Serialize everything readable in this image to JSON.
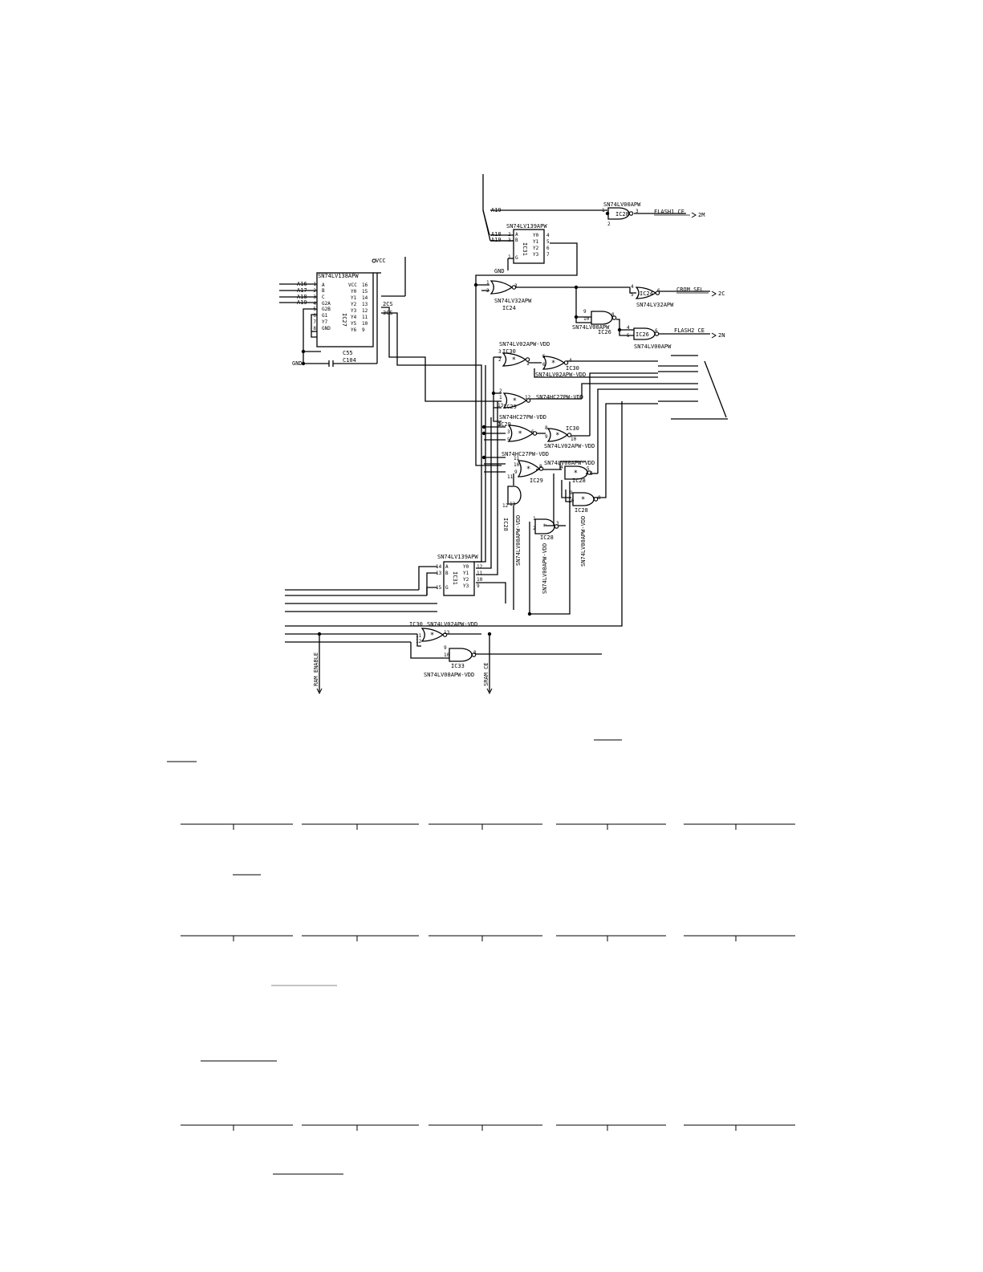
{
  "schematic": {
    "address_pins_top": [
      "A19",
      "A18",
      "A19"
    ],
    "decoder_left": {
      "part": "SN74LV138APW",
      "ref": "IC27",
      "inputs": [
        "A16",
        "A17",
        "A18",
        "A19"
      ],
      "left_pins": [
        "A",
        "B",
        "C",
        "G2A",
        "G2B",
        "G1",
        "Y7",
        "GND"
      ],
      "left_pin_nums": [
        "1",
        "2",
        "3",
        "4",
        "5",
        "6",
        "7",
        "8"
      ],
      "right_pins": [
        "VCC",
        "Y0",
        "Y1",
        "Y2",
        "Y3",
        "Y4",
        "Y5",
        "Y6"
      ],
      "right_pin_nums": [
        "16",
        "15",
        "14",
        "13",
        "12",
        "11",
        "10",
        "9"
      ],
      "outputs": [
        "2CS",
        "3CS"
      ],
      "cap_ref": "C55",
      "cap_value": "C104",
      "vcc": "VCC",
      "gnd": "GND"
    },
    "decoder_top": {
      "part": "SN74LV139APW",
      "ref": "IC31",
      "left_pins": [
        "A",
        "B",
        "G"
      ],
      "left_pin_nums": [
        "2",
        "3",
        "1"
      ],
      "right_pins": [
        "Y0",
        "Y1",
        "Y2",
        "Y3"
      ],
      "right_pin_nums": [
        "4",
        "5",
        "6",
        "7"
      ],
      "gnd": "GND"
    },
    "decoder_bottom": {
      "part": "SN74LV139APW",
      "ref": "IC31",
      "left_pins": [
        "A",
        "B",
        "G"
      ],
      "left_pin_nums": [
        "14",
        "13",
        "15"
      ],
      "right_pins": [
        "Y0",
        "Y1",
        "Y2",
        "Y3"
      ],
      "right_pin_nums": [
        "12",
        "11",
        "10",
        "9"
      ]
    },
    "gate_labels": {
      "g_flash1": {
        "part": "SN74LV00APW",
        "ref": "IC28",
        "net": "FLASH1 CE",
        "port": "2M",
        "pins": [
          "1",
          "2",
          "3"
        ]
      },
      "g_or_ic24": {
        "part": "SN74LV32APW",
        "ref": "IC24",
        "pins": [
          "1",
          "2",
          "3"
        ]
      },
      "g_crom": {
        "part": "SN74LV32APW",
        "ref": "IC24",
        "net": "CROM SEL",
        "port": "2C",
        "pins": [
          "4",
          "5",
          "6"
        ]
      },
      "g_nand_ic26": {
        "part": "SN74LV00APW",
        "ref": "IC26",
        "pins": [
          "9",
          "10",
          "8"
        ]
      },
      "g_flash2": {
        "part": "SN74LV00APW",
        "ref": "IC26",
        "net": "FLASH2 CE",
        "port": "2N",
        "pins": [
          "4",
          "5",
          "6"
        ]
      },
      "g_nor1": {
        "part": "SN74LV02APW-VDD",
        "ref": "IC30",
        "pins": [
          "3",
          "2",
          "1"
        ]
      },
      "g_nor2": {
        "part": "SN74LV02APW-VDD",
        "ref": "IC30",
        "pins": [
          "5",
          "6",
          "4"
        ]
      },
      "g_nor3": {
        "part": "SN74HC27PW-VDD",
        "ref": "IC29",
        "pins": [
          "2",
          "1",
          "13",
          "12"
        ]
      },
      "g_nor4": {
        "part": "SN74HC27PW-VDD",
        "ref": "IC29",
        "pins": [
          "4",
          "3",
          "5",
          "6"
        ]
      },
      "g_nor5": {
        "part": "SN74LV02APW-VDD",
        "ref": "IC30",
        "pins": [
          "8",
          "9",
          "10"
        ]
      },
      "g_nor6": {
        "part": "SN74HC27PW-VDD",
        "ref": "IC29",
        "pins": [
          "11",
          "10",
          "9",
          "8"
        ]
      },
      "g_nand1": {
        "part": "SN74LV00APW-VDD",
        "ref": "IC28",
        "pins": [
          "4",
          "5",
          "6"
        ]
      },
      "g_nand2": {
        "part": "SN74LV00APW-VDD",
        "ref": "IC28",
        "pins": [
          "9",
          "10",
          "8"
        ]
      },
      "g_nand3": {
        "part": "SN74LV00APW-VDD",
        "ref": "IC28",
        "pins": [
          "11",
          "12",
          "13"
        ]
      },
      "g_nand4": {
        "part": "SN74LV00APW-VDD",
        "ref": "IC28",
        "pins": [
          "1",
          "2",
          "3"
        ]
      },
      "g_nor7": {
        "part": "SN74LV02APW-VDD",
        "ref": "IC30",
        "pins": [
          "11",
          "12",
          "13"
        ]
      },
      "g_and": {
        "part": "SN74LV08APW-VDD",
        "ref": "IC33",
        "pins": [
          "9",
          "10",
          "8"
        ]
      }
    },
    "bottom_nets": [
      "RAM ENABLE",
      "SRAM CE"
    ],
    "gnd": "GND",
    "gate_mark": "*"
  }
}
